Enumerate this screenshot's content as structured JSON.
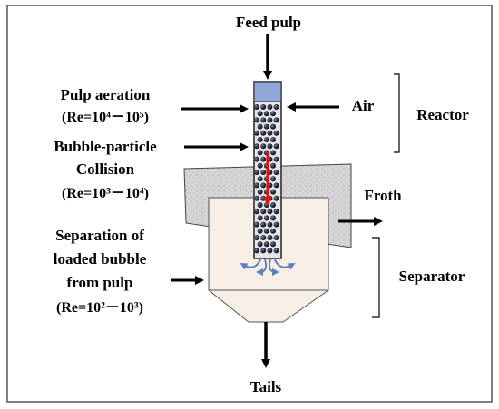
{
  "labels": {
    "feed": "Feed pulp",
    "aeration": "Pulp aeration",
    "aeration_re": "(Re=10⁴－10⁵)",
    "air": "Air",
    "reactor": "Reactor",
    "collision_line1": "Bubble-particle",
    "collision_line2": "Collision",
    "collision_re": "(Re=10³－10⁴)",
    "froth": "Froth",
    "separation_line1": "Separation of",
    "separation_line2": "loaded bubble",
    "separation_line3": "from pulp",
    "separation_re": "(Re=10²－10³)",
    "separator": "Separator",
    "tails": "Tails"
  },
  "colors": {
    "border": "#555555",
    "froth_fill": "#d8d8d8",
    "separator_fill": "#f7eee5",
    "reactor_top": "#8fa8d9",
    "bubble": "#1a1a2e",
    "flow_arrow": "#e01010",
    "swirl": "#5a80c0"
  }
}
